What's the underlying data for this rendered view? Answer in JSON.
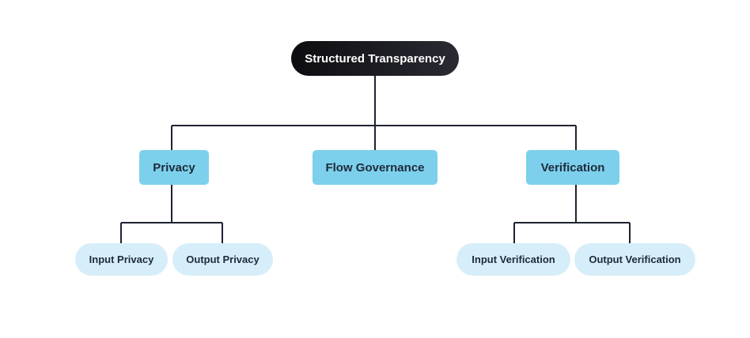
{
  "diagram": {
    "root": {
      "label": "Structured Transparency"
    },
    "branches": [
      {
        "label": "Privacy",
        "children": [
          {
            "label": "Input Privacy"
          },
          {
            "label": "Output Privacy"
          }
        ]
      },
      {
        "label": "Flow Governance",
        "children": []
      },
      {
        "label": "Verification",
        "children": [
          {
            "label": "Input Verification"
          },
          {
            "label": "Output Verification"
          }
        ]
      }
    ]
  },
  "colors": {
    "root_background": "#111116",
    "root_text": "#ffffff",
    "branch_background": "#7cd0ec",
    "leaf_background": "#d6eef9",
    "node_text": "#1f2a3a",
    "connector": "#1f2230"
  }
}
